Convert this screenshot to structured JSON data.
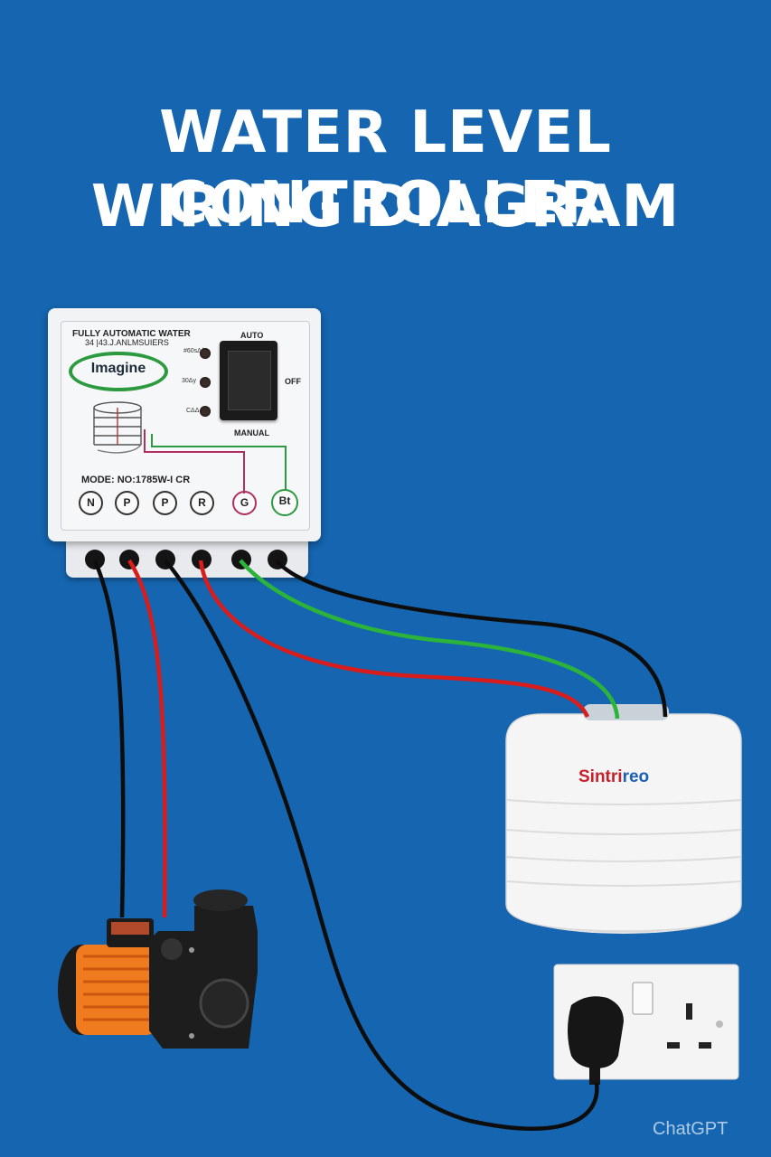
{
  "title": {
    "line1": "WATER LEVEL CONTROLLER",
    "line2": "WIRING DIAGRAM"
  },
  "controller": {
    "header_line1": "FULLY AUTOMATIC WATER",
    "header_line2": "34 |43.J.ANLMSUIERS",
    "logo_text": "Imagine",
    "led_labels": [
      "#60sΔ/∂",
      "30Δy",
      "CΔΔ"
    ],
    "switch_labels": {
      "top": "AUTO",
      "side": "OFF",
      "bottom": "MANUAL"
    },
    "model_text": "MODE: NO:1785W-I CR",
    "terminals": [
      "N",
      "P",
      "P",
      "R",
      "G",
      "Bt"
    ]
  },
  "tank": {
    "brand_red": "Sintri",
    "brand_blue": "reo"
  },
  "watermark": "ChatGPT",
  "colors": {
    "background": "#1565b0",
    "wire_black": "#0d0d0d",
    "wire_red": "#d91d1d",
    "wire_green": "#2cb33a",
    "pump_motor": "#f07a1e",
    "tank_body": "#f2f2f2"
  },
  "icons": {
    "pump": "water-pump-icon",
    "tank": "water-tank-icon",
    "socket": "wall-socket-icon",
    "plug": "power-plug-icon"
  }
}
